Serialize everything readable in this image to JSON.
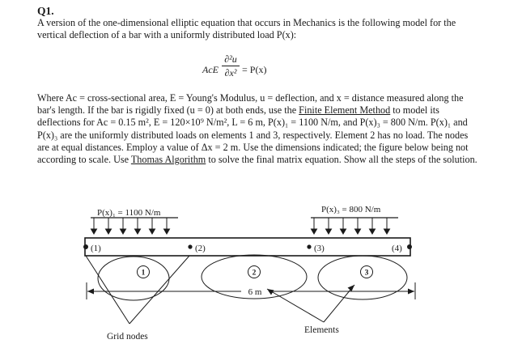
{
  "question": {
    "number": "Q1.",
    "paragraph1": "A version of the one-dimensional elliptic equation that occurs in Mechanics is the following model for the vertical deflection of a bar with a uniformly distributed load P(x):",
    "equation": {
      "lhs": "AcE",
      "numerator": "∂²u",
      "denominator": "∂x²",
      "rhs": "= P(x)"
    },
    "paragraph2_part1": "Where Ac = cross-sectional area, E = Young's Modulus, u = deflection, and x = distance measured along the bar's length. If the bar is rigidly fixed (u = 0) at both ends, use the ",
    "fem_link": "Finite Element Method",
    "paragraph2_part2": " to model its deflections for Ac = 0.15 m², E = 120×10⁹ N/m², L = 6 m, P(x)₁ = 1100 N/m, and P(x)₃ = 800 N/m. P(x)₁ and P(x)₃ are the uniformly distributed loads on elements 1 and 3, respectively. Element 2 has no load. The nodes are at equal distances. Employ a value of Δx = 2 m. Use the dimensions indicated; the figure below being not according to scale. Use ",
    "thomas_link": "Thomas Algorithm",
    "paragraph2_part3": " to solve the final matrix equation. Show all the steps of the solution."
  },
  "figure": {
    "load1_label": "P(x)₁ = 1100 N/m",
    "load3_label": "P(x)₃ = 800 N/m",
    "node_labels": [
      "(1)",
      "(2)",
      "(3)",
      "(4)"
    ],
    "element_labels": [
      "1",
      "2",
      "3"
    ],
    "length_label": "6 m",
    "grid_nodes_label": "Grid nodes",
    "elements_label": "Elements"
  }
}
